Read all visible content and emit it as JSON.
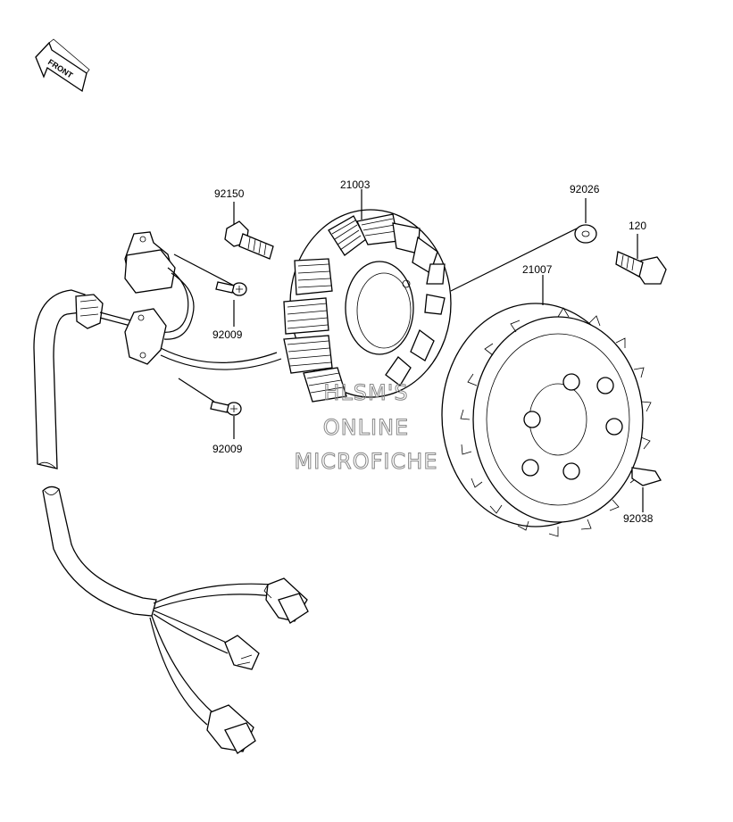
{
  "front_badge": {
    "text": "FRONT"
  },
  "parts": [
    {
      "id": "21003",
      "label": "21003"
    },
    {
      "id": "92150",
      "label": "92150"
    },
    {
      "id": "92026",
      "label": "92026"
    },
    {
      "id": "120",
      "label": "120"
    },
    {
      "id": "21007",
      "label": "21007"
    },
    {
      "id": "92009a",
      "label": "92009"
    },
    {
      "id": "92009b",
      "label": "92009"
    },
    {
      "id": "92038",
      "label": "92038"
    }
  ],
  "watermark": {
    "line1": "HLSM'S",
    "line2": "ONLINE",
    "line3": "MICROFICHE"
  }
}
